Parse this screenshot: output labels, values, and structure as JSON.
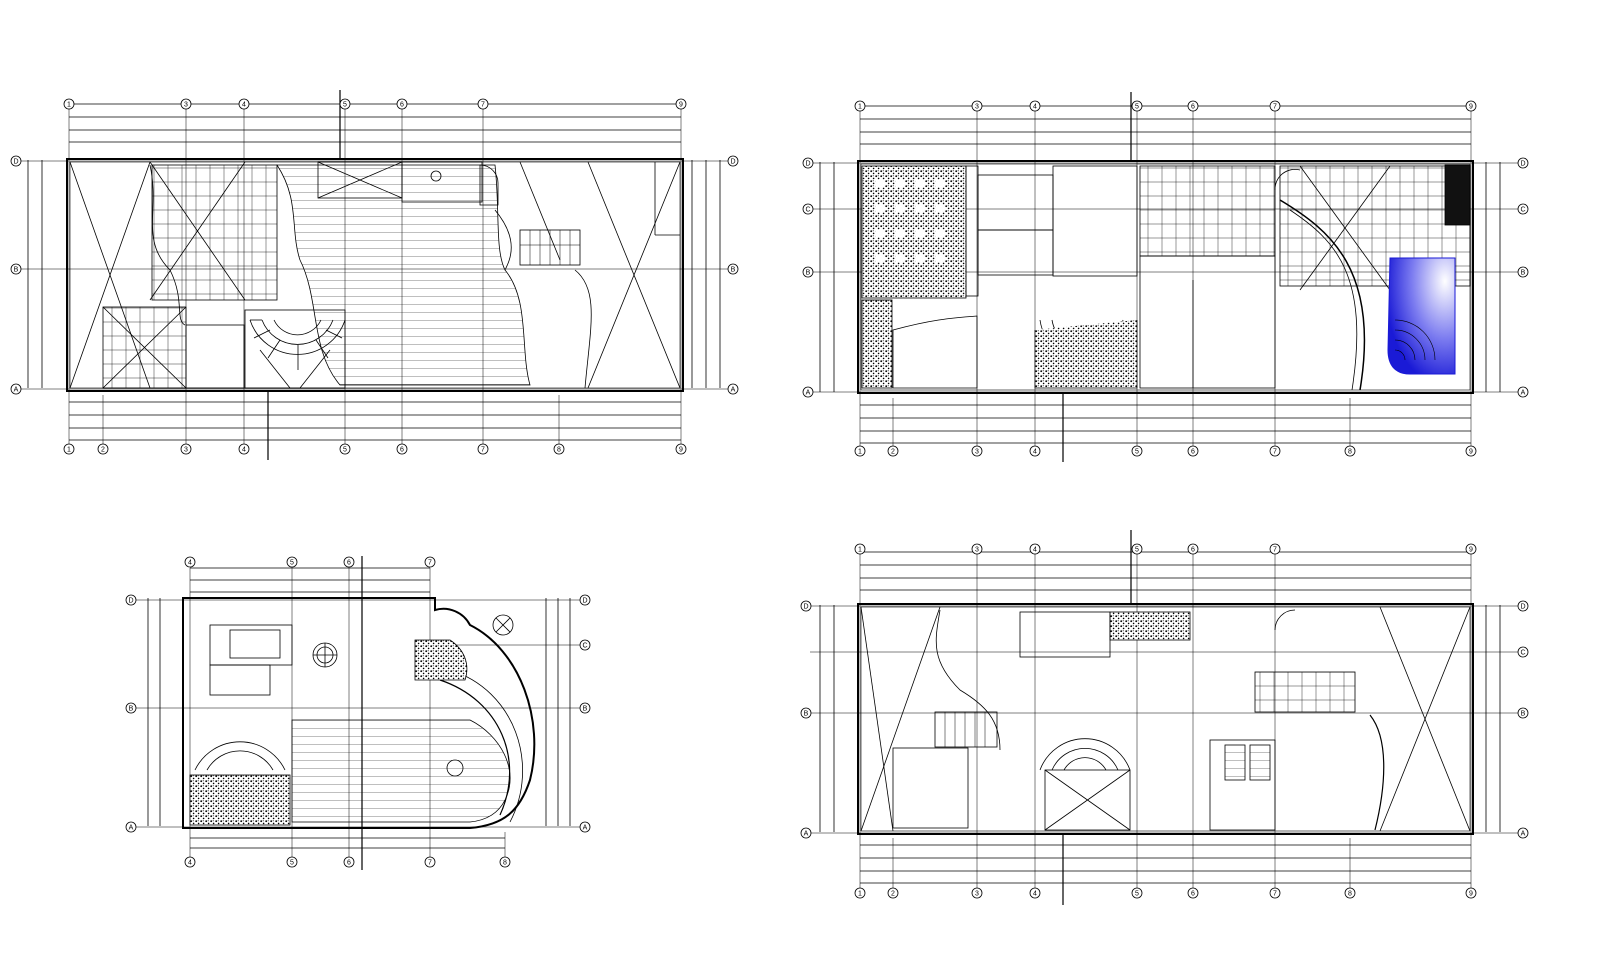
{
  "sheet": {
    "title": "",
    "background": "#ffffff",
    "line_color": "#000000",
    "accent_color": "#1a1ad6"
  },
  "plans": [
    {
      "id": "plan-top-left",
      "axes_top": [
        "1",
        "3",
        "4",
        "5",
        "6",
        "7",
        "9"
      ],
      "axes_bottom": [
        "1",
        "2",
        "3",
        "4",
        "5",
        "6",
        "7",
        "8",
        "9"
      ],
      "axes_left": [
        "D",
        "B",
        "A"
      ],
      "axes_right": [
        "D",
        "B",
        "A"
      ]
    },
    {
      "id": "plan-top-right",
      "axes_top": [
        "1",
        "3",
        "4",
        "5",
        "6",
        "7",
        "9"
      ],
      "axes_bottom": [
        "1",
        "2",
        "3",
        "4",
        "5",
        "6",
        "7",
        "8",
        "9"
      ],
      "axes_left": [
        "D",
        "C",
        "B",
        "A"
      ],
      "axes_right": [
        "D",
        "C",
        "B",
        "A"
      ],
      "pool_color": "#1a1ad6"
    },
    {
      "id": "plan-bottom-left",
      "axes_top": [
        "4",
        "5",
        "6",
        "7"
      ],
      "axes_bottom": [
        "4",
        "5",
        "6",
        "7",
        "8"
      ],
      "axes_left": [
        "D",
        "B",
        "A"
      ],
      "axes_right": [
        "D",
        "C",
        "B",
        "A"
      ]
    },
    {
      "id": "plan-bottom-right",
      "axes_top": [
        "1",
        "3",
        "4",
        "5",
        "6",
        "7",
        "9"
      ],
      "axes_bottom": [
        "1",
        "2",
        "3",
        "4",
        "5",
        "6",
        "7",
        "8",
        "9"
      ],
      "axes_left": [
        "D",
        "B",
        "A"
      ],
      "axes_right": [
        "D",
        "C",
        "B",
        "A"
      ]
    }
  ]
}
